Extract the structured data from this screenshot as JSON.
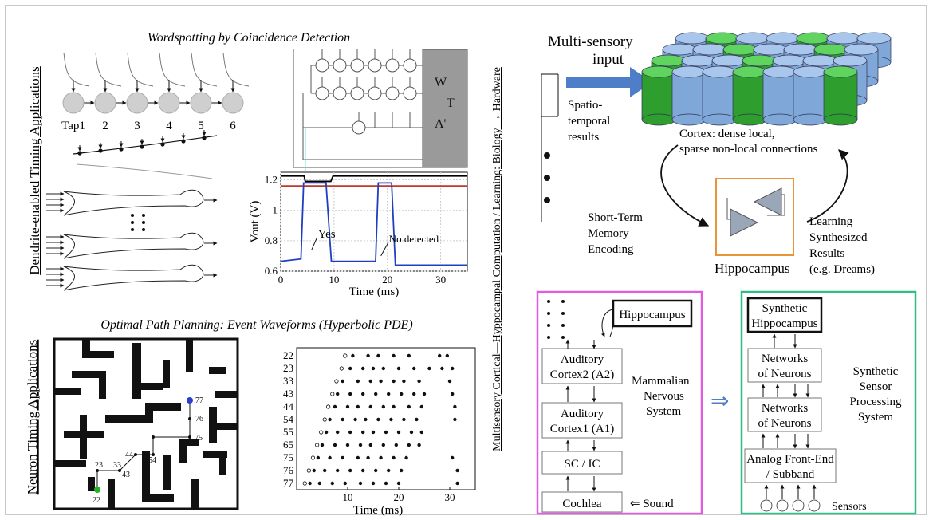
{
  "left": {
    "top_title": "Wordspotting by Coincidence Detection",
    "top_side_label": "Dendrite-enabled Timing Applications",
    "taps": [
      "Tap1",
      "2",
      "3",
      "4",
      "5",
      "6"
    ],
    "wta_label": [
      "W",
      "T",
      "A'"
    ],
    "bottom_title": "Optimal Path Planning: Event Waveforms (Hyperbolic PDE)",
    "bottom_side_label": "Neuron Timing Applications",
    "maze_labels": [
      "77",
      "76",
      "75",
      "54",
      "44",
      "43",
      "33",
      "23",
      "22"
    ]
  },
  "vout_chart": {
    "type": "line",
    "xlabel": "Time (ms)",
    "ylabel": "Vout (V)",
    "xlim": [
      0,
      35
    ],
    "ylim": [
      0.6,
      1.25
    ],
    "xticks": [
      "0",
      "10",
      "20",
      "30"
    ],
    "yticks": [
      "0.6",
      "0.8",
      "1",
      "1.2"
    ],
    "annotations": [
      "Yes",
      "No detected"
    ],
    "series": [
      {
        "color": "#000000",
        "x": [
          0,
          4.4,
          4.6,
          9.4,
          9.8,
          11,
          20,
          35
        ],
        "y": [
          1.225,
          1.225,
          1.19,
          1.19,
          1.225,
          1.225,
          1.225,
          1.225
        ]
      },
      {
        "color": "#c0392b",
        "x": [
          0,
          35
        ],
        "y": [
          1.16,
          1.16
        ]
      },
      {
        "color": "#1f3fbf",
        "x": [
          0,
          3.8,
          4.3,
          8.5,
          9.5,
          17.8,
          18.3,
          20.8,
          21.5,
          35
        ],
        "y": [
          0.665,
          0.68,
          1.18,
          1.18,
          0.665,
          0.665,
          1.18,
          1.18,
          0.64,
          0.64
        ]
      }
    ]
  },
  "raster_chart": {
    "type": "scatter",
    "xlabel": "Time (ms)",
    "xlim": [
      0,
      35
    ],
    "xticks": [
      "10",
      "20",
      "30"
    ],
    "rows": [
      "22",
      "23",
      "33",
      "43",
      "44",
      "54",
      "55",
      "65",
      "75",
      "76",
      "77"
    ],
    "open_onsets": [
      9.5,
      8.8,
      7.8,
      7,
      6.2,
      5.5,
      4.8,
      4,
      3.2,
      2.4,
      1.6
    ],
    "filled_points": [
      [
        11,
        14,
        16,
        19,
        22,
        28,
        29.5
      ],
      [
        10.5,
        13,
        15,
        17,
        20,
        23,
        26,
        28.5,
        30.5
      ],
      [
        9,
        12,
        14.5,
        16.5,
        19,
        21,
        24,
        30
      ],
      [
        8,
        10.5,
        13,
        15.5,
        18,
        20.5,
        23,
        25,
        30.5
      ],
      [
        7.5,
        10,
        12,
        14.5,
        17,
        19,
        22,
        24.5,
        31
      ],
      [
        6.5,
        9,
        11.5,
        13.5,
        16,
        18.5,
        21,
        23.5,
        31
      ],
      [
        5.8,
        8,
        10.5,
        13,
        15,
        17.5,
        20,
        22.5,
        24.5
      ],
      [
        5,
        7.5,
        10,
        12.5,
        14.5,
        17,
        19.5,
        22,
        24
      ],
      [
        4.2,
        6.5,
        9,
        12,
        14,
        16.5,
        19,
        21.5,
        30.5
      ],
      [
        3.4,
        5.5,
        8,
        10.5,
        13,
        15.5,
        18,
        20.5,
        31.5
      ],
      [
        2.6,
        4.5,
        7,
        9.5,
        12.5,
        15,
        17.5,
        20,
        31.5
      ]
    ]
  },
  "right": {
    "side_label": "Multisensory Cortical—Hyppocampal Computation / Learning: Biology → Hardware",
    "input_title": [
      "Multi-sensory",
      "input"
    ],
    "spatio": [
      "Spatio-",
      "temporal",
      "results"
    ],
    "cortex_caption": [
      "Cortex: dense local,",
      "sparse non-local connections"
    ],
    "stm": [
      "Short-Term",
      "Memory",
      "Encoding"
    ],
    "learning": [
      "Learning",
      "Synthesized",
      "Results",
      "(e.g. Dreams)"
    ],
    "hippocampus": "Hippocampus",
    "mammalian": {
      "hippocampus": "Hippocampus",
      "a2": [
        "Auditory",
        "Cortex2 (A2)"
      ],
      "a1": [
        "Auditory",
        "Cortex1 (A1)"
      ],
      "scic": "SC / IC",
      "cochlea": "Cochlea",
      "sound": "⇐ Sound",
      "caption": [
        "Mammalian",
        "Nervous",
        "System"
      ]
    },
    "arrow": "⇒",
    "synthetic": {
      "hippocampus": [
        "Synthetic",
        "Hippocampus"
      ],
      "net1": [
        "Networks",
        "of Neurons"
      ],
      "net2": [
        "Networks",
        "of Neurons"
      ],
      "afe": [
        "Analog Front-End",
        "/ Subband"
      ],
      "sensors": "Sensors",
      "caption": [
        "Synthetic",
        "Sensor",
        "Processing",
        "System"
      ]
    }
  },
  "colors": {
    "pink": "#e05be0",
    "green": "#2fbf84",
    "blue_arrow": "#4f7ec8",
    "cyl_blue": "#7fa8d8",
    "cyl_green": "#2e9e2e",
    "orange": "#e8953a",
    "tri": "#9aa7b8"
  }
}
